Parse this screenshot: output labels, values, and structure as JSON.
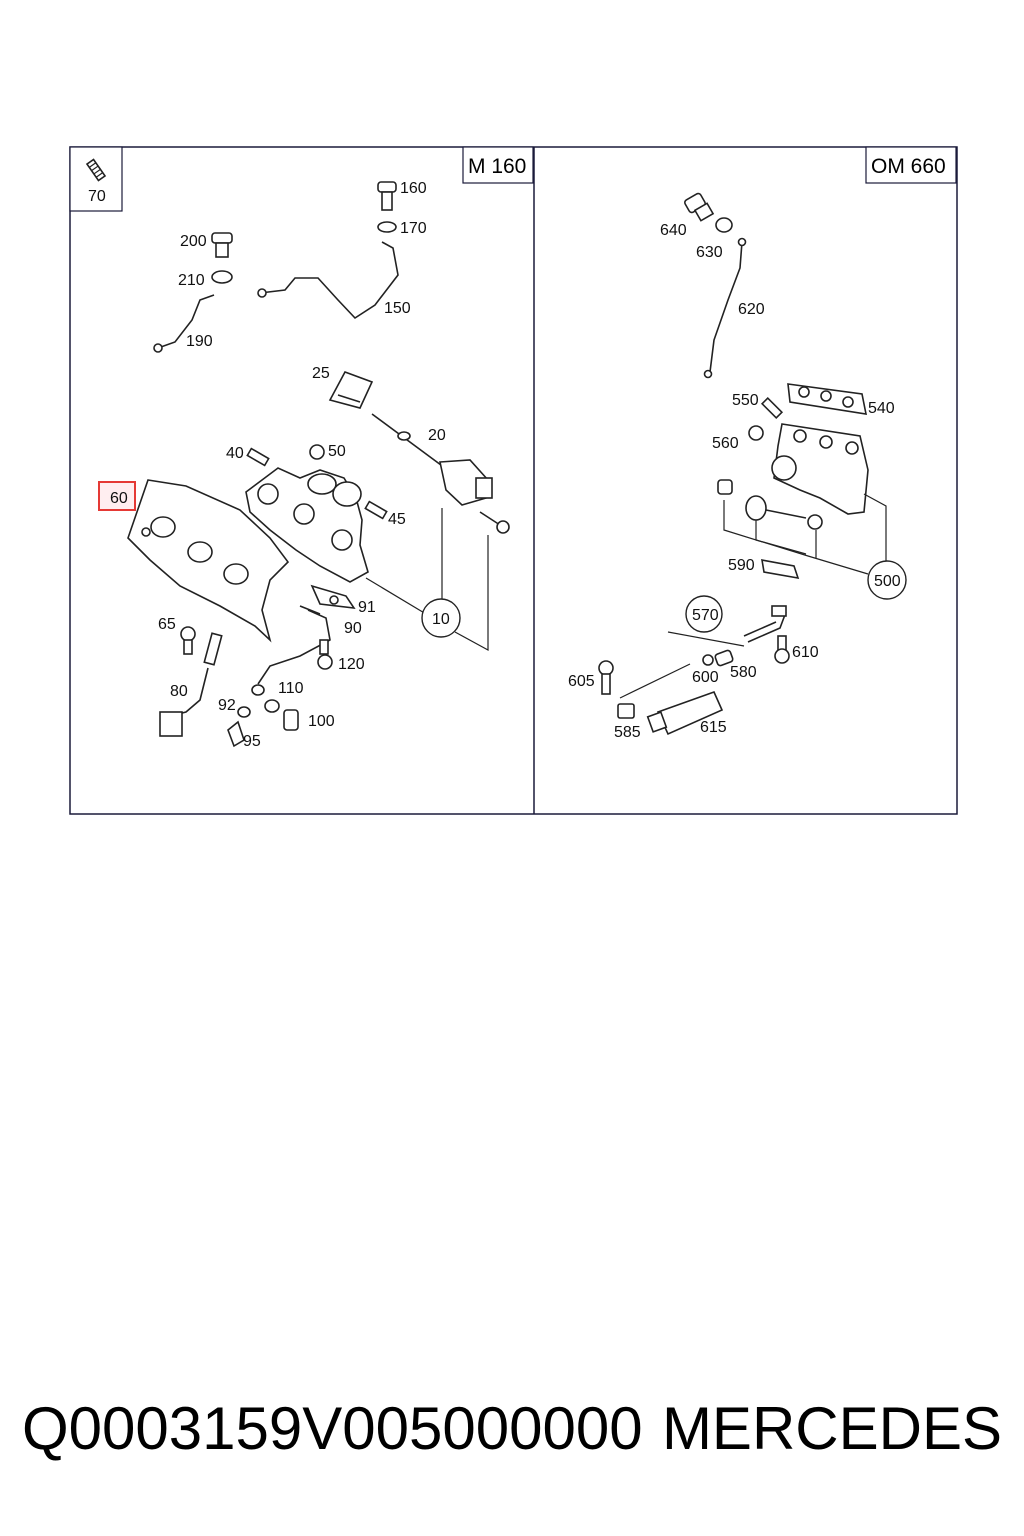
{
  "panels": {
    "left_tag": "M 160",
    "right_tag": "OM 660"
  },
  "highlight": {
    "label": "60",
    "color": "#e53935"
  },
  "callouts": {
    "p70": "70",
    "p160": "160",
    "p170": "170",
    "p200": "200",
    "p210": "210",
    "p150": "150",
    "p190": "190",
    "p25": "25",
    "p20": "20",
    "p40": "40",
    "p50": "50",
    "p45": "45",
    "p10": "10",
    "p91": "91",
    "p90": "90",
    "p65": "65",
    "p120": "120",
    "p80": "80",
    "p110": "110",
    "p92": "92",
    "p100": "100",
    "p95": "95",
    "p640": "640",
    "p630": "630",
    "p620": "620",
    "p550": "550",
    "p540": "540",
    "p560": "560",
    "p500": "500",
    "p590": "590",
    "p570": "570",
    "p610": "610",
    "p600": "600",
    "p580": "580",
    "p605": "605",
    "p585": "585",
    "p615": "615"
  },
  "footer": {
    "part_number": "Q0003159V005000000",
    "brand": "MERCEDES"
  }
}
